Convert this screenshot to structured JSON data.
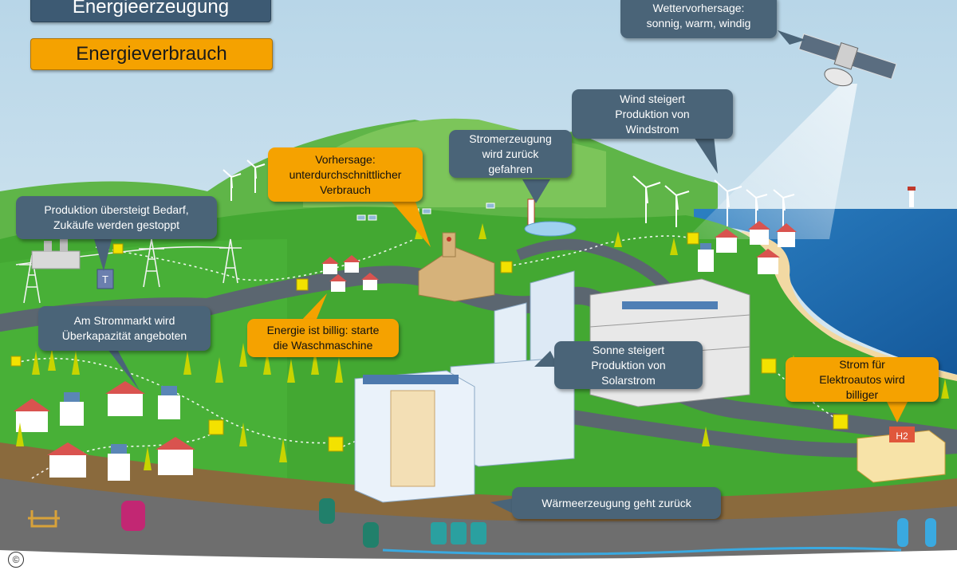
{
  "legend": {
    "generation": "Energieerzeugung",
    "consumption": "Energieverbrauch"
  },
  "bubbles": {
    "weather": "Wettervorhersage:\nsonnig, warm, windig",
    "wind": "Wind steigert\nProduktion von\nWindstrom",
    "power_reduction": "Stromerzeugung\nwird zurück\ngefahren",
    "forecast": "Vorhersage:\nunterdurchschnittlicher\nVerbrauch",
    "production_exceeds": "Produktion übersteigt Bedarf,\nZukäufe werden gestoppt",
    "market": "Am Strommarkt wird\nÜberkapazität angeboten",
    "cheap_energy": "Energie ist billig: starte\ndie Waschmaschine",
    "sun": "Sonne steigert\nProduktion von\nSolarstrom",
    "ev_cheaper": "Strom für\nElektroautos wird\nbilliger",
    "heat": "Wärmeerzeugung geht zurück"
  },
  "labels": {
    "h2_sign": "H2",
    "copyright": "©"
  },
  "colors": {
    "generation_box": "#3d5a73",
    "consumption_box": "#f5a200",
    "grass": "#43a832",
    "sea": "#1e74b8"
  }
}
